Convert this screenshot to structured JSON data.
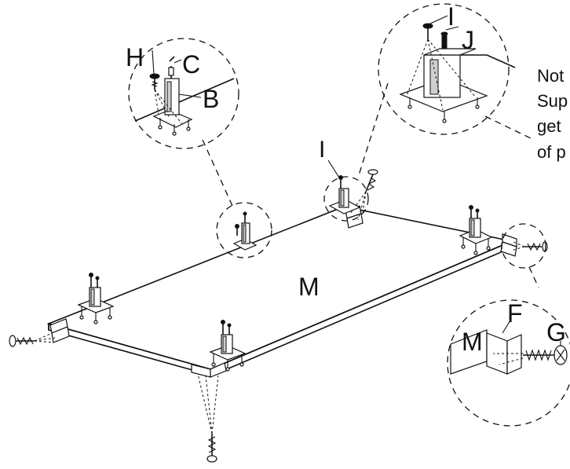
{
  "labels": {
    "board": "M",
    "callout_top_left": {
      "h": "H",
      "c": "C",
      "b": "B"
    },
    "callout_top_right": {
      "i": "I",
      "j": "J"
    },
    "callout_side": {
      "m": "M",
      "f": "F",
      "g": "G"
    },
    "corner_label": "I"
  },
  "note": {
    "line1": "Not",
    "line2": "Sup",
    "line3": "get",
    "line4": "of p"
  },
  "colors": {
    "ink": "#111111",
    "background": "#ffffff"
  }
}
